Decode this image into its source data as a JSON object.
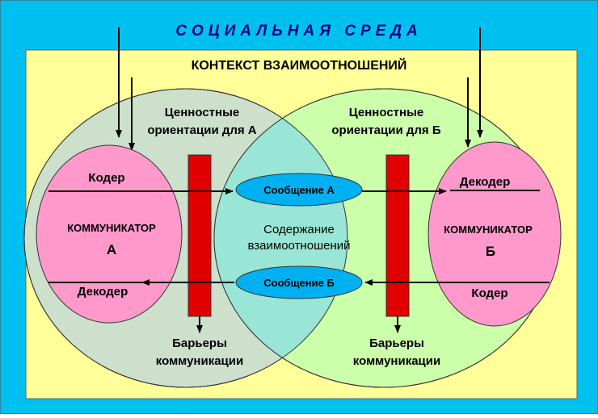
{
  "title": "СОЦИАЛЬНАЯ СРЕДА",
  "context": "КОНТЕКСТ ВЗАИМООТНОШЕНИЙ",
  "left": {
    "values": [
      "Ценностные",
      "ориентации для А"
    ],
    "encoder": "Кодер",
    "decoder": "Декодер",
    "communicator": "КОММУНИКАТОР",
    "letter": "А"
  },
  "right": {
    "values": [
      "Ценностные",
      "ориентации для Б"
    ],
    "encoder": "Кодер",
    "decoder": "Декодер",
    "communicator": "КОММУНИКАТОР",
    "letter": "Б"
  },
  "center": {
    "message_a": "Сообщение А",
    "message_b": "Сообщение Б",
    "content": [
      "Содержание",
      "взаимоотношений"
    ]
  },
  "barriers": {
    "left": [
      "Барьеры",
      "коммуникации"
    ],
    "right": [
      "Барьеры",
      "коммуникации"
    ]
  },
  "colors": {
    "outer": "#00C0F0",
    "context_bg": "#FFFF99",
    "left_circle": "#CCE0CC",
    "right_circle": "#CCFFAA",
    "overlap": "#99E6D6",
    "communicator": "#FF99CC",
    "message": "#00B0F0",
    "barrier": "#E00000"
  }
}
